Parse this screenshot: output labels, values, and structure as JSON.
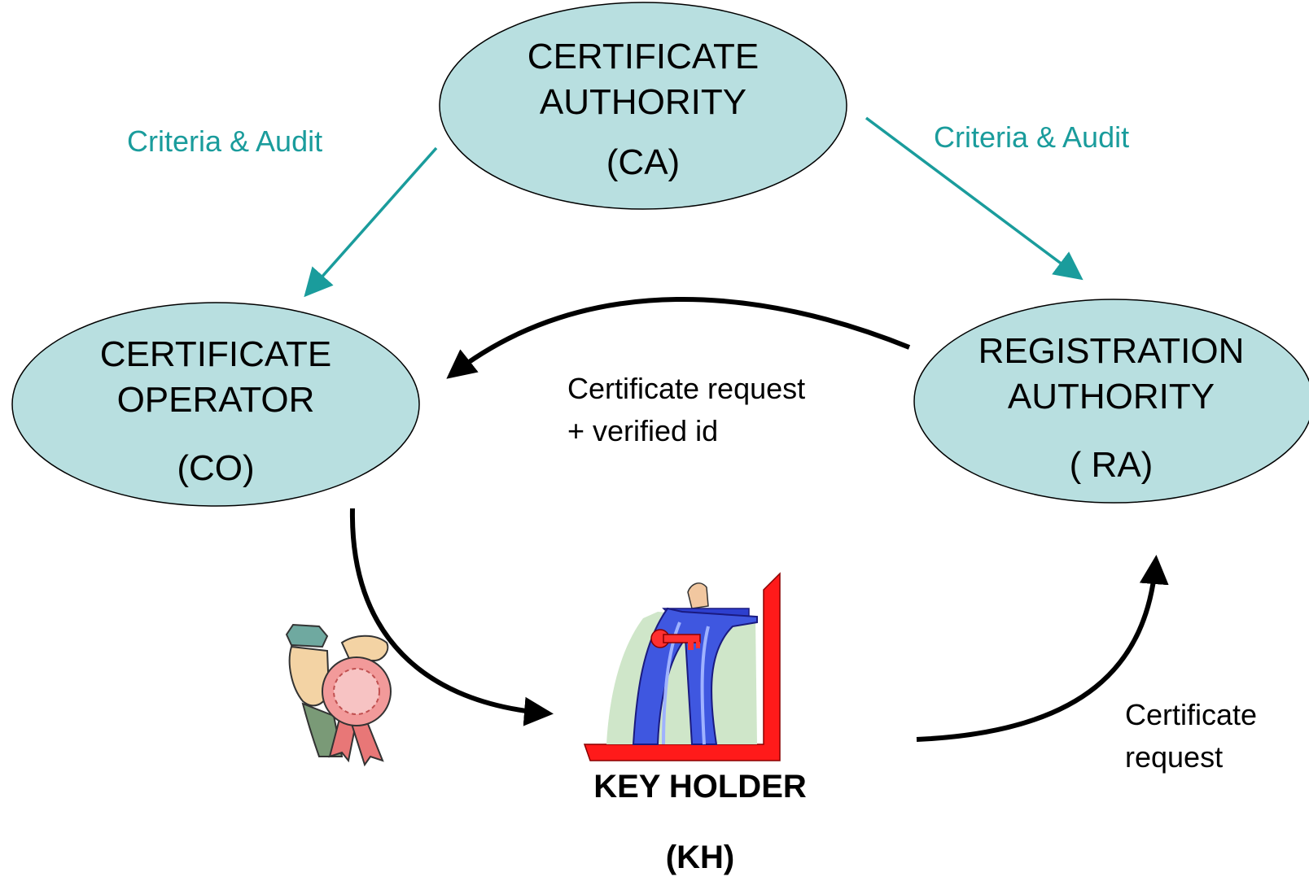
{
  "colors": {
    "node_fill": "#b8dfe0",
    "node_stroke": "#000000",
    "teal_text": "#1a9c9c",
    "teal_arrow": "#1a9c9c",
    "flow_arrow": "#000000"
  },
  "nodes": {
    "ca": {
      "line1": "CERTIFICATE",
      "line2": "AUTHORITY",
      "abbr": "(CA)"
    },
    "co": {
      "line1": "CERTIFICATE",
      "line2": "OPERATOR",
      "abbr": "(CO)"
    },
    "ra": {
      "line1": "REGISTRATION",
      "line2": "AUTHORITY",
      "abbr": "( RA)"
    }
  },
  "edges": {
    "ca_to_co": {
      "label": "Criteria & Audit"
    },
    "ca_to_ra": {
      "label": "Criteria & Audit"
    },
    "ra_to_co": {
      "line1": "Certificate request",
      "line2": "+ verified id"
    },
    "kh_to_ra": {
      "line1": "Certificate",
      "line2": "request"
    }
  },
  "key_holder": {
    "line1": "KEY HOLDER",
    "line2": "(KH)"
  },
  "icons": {
    "certificate_person": "certificate-person-icon",
    "key_holder_figure": "key-holder-icon"
  }
}
